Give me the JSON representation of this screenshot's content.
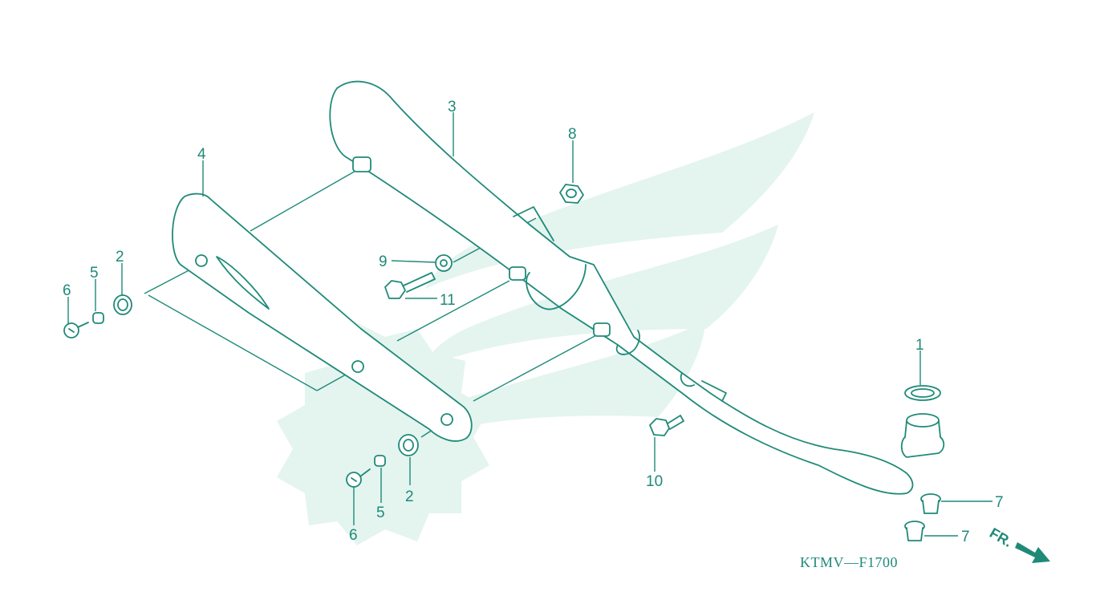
{
  "diagram": {
    "code": "KTMV—F1700",
    "front_label": "FR.",
    "watermark": "wing-logo",
    "colors": {
      "line": "#1f8a78",
      "watermark": "#e4f4ef",
      "background": "#ffffff"
    }
  },
  "callouts": {
    "c1": "1",
    "c2a": "2",
    "c2b": "2",
    "c3": "3",
    "c4": "4",
    "c5a": "5",
    "c5b": "5",
    "c6a": "6",
    "c6b": "6",
    "c7a": "7",
    "c7b": "7",
    "c8": "8",
    "c9": "9",
    "c10": "10",
    "c11": "11"
  }
}
